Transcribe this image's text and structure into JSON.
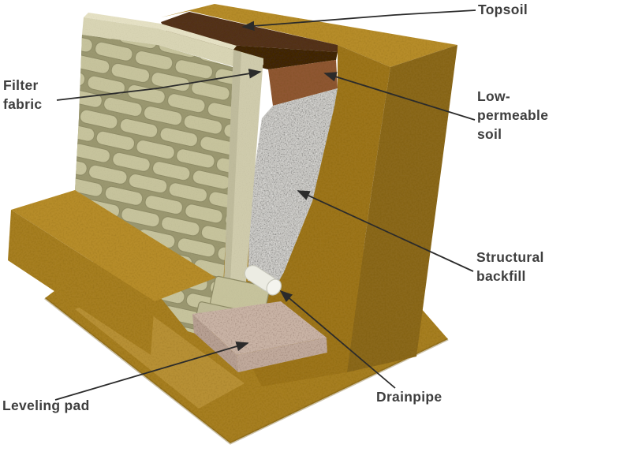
{
  "diagram": {
    "subject": "retaining-wall-cross-section",
    "labels": {
      "topsoil": "Topsoil",
      "filter_fabric": "Filter\nfabric",
      "low_permeable": "Low-\npermeable\nsoil",
      "structural_backfill": "Structural\nbackfill",
      "drainpipe": "Drainpipe",
      "leveling_pad": "Leveling pad"
    }
  },
  "palette": {
    "text": "#3e3e3e",
    "line": "#2b2b2b",
    "gold-top": "#b68c2c",
    "gold-mid": "#a67e24",
    "gold-dark": "#8a671f",
    "gold-cut": "#9c741f",
    "topsoil-top": "#53301a",
    "lowperm": "#8e5733",
    "gravel": "#c6c5c1",
    "wall-block": "#c6c39c",
    "cap": "#d8d4b4",
    "pad": "#c9b3a5",
    "pipe": "#ecece3"
  }
}
